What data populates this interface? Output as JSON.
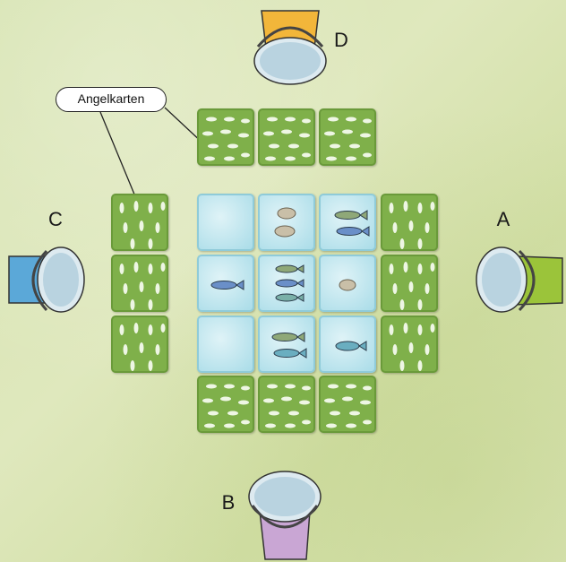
{
  "callout": {
    "label": "Angelkarten"
  },
  "players": [
    {
      "letter": "A",
      "bucket_color": "#9bc43a"
    },
    {
      "letter": "B",
      "bucket_color": "#c9a6d4"
    },
    {
      "letter": "C",
      "bucket_color": "#5ba8d8"
    },
    {
      "letter": "D",
      "bucket_color": "#f2b63a"
    }
  ],
  "tiles": {
    "fishing_card_color": "#7fb04a",
    "water_color": "#bfe6ef"
  }
}
